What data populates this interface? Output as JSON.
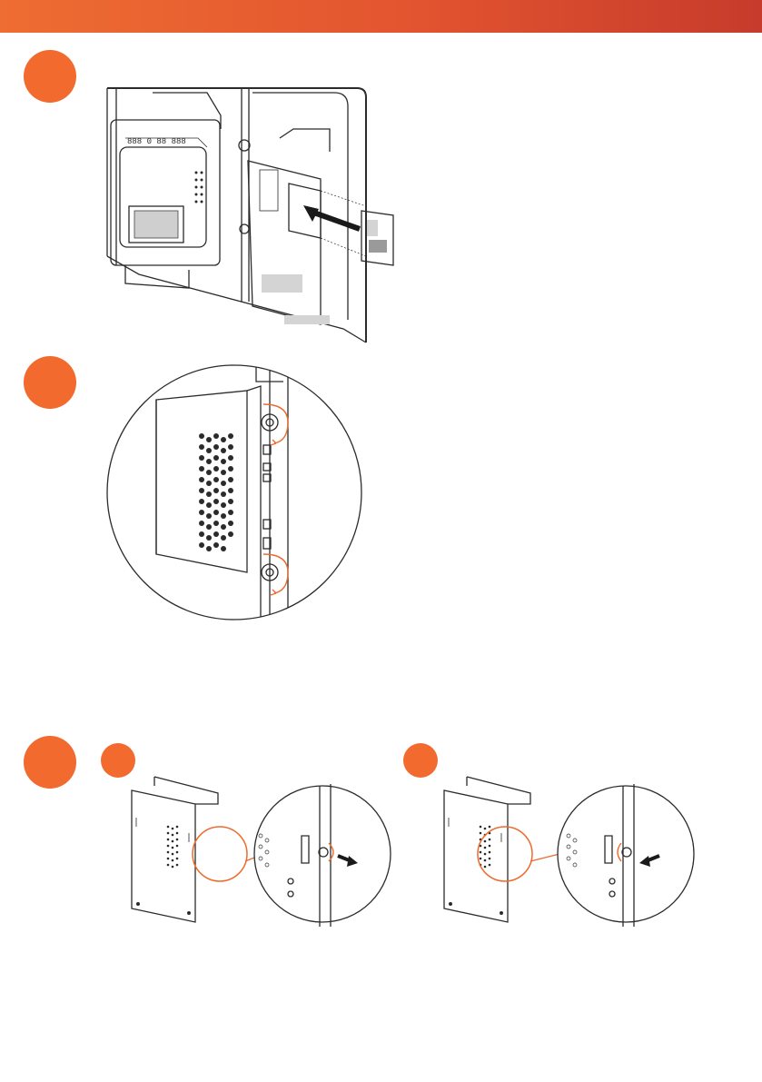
{
  "header": {
    "color_start": "#ee6d32",
    "color_end": "#c63b2c"
  },
  "steps": [
    {
      "id": "step-1",
      "figure": "insert-module-into-display-slot"
    },
    {
      "id": "step-2",
      "figure": "tighten-thumbscrews-zoom"
    },
    {
      "id": "step-3",
      "figure": "hook-and-screw-detail",
      "substeps": [
        "substep-a",
        "substep-b"
      ]
    }
  ],
  "colors": {
    "accent": "#f26a2e",
    "line": "#2b2b2b"
  }
}
